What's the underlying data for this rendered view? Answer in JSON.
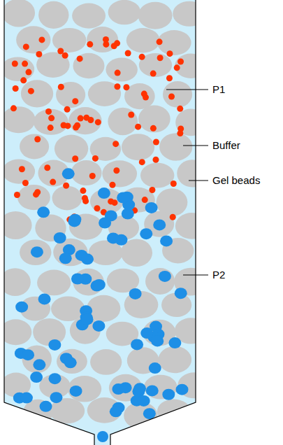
{
  "diagram": {
    "labels": [
      "P1",
      "Buffer",
      "Gel beads",
      "P2"
    ]
  }
}
